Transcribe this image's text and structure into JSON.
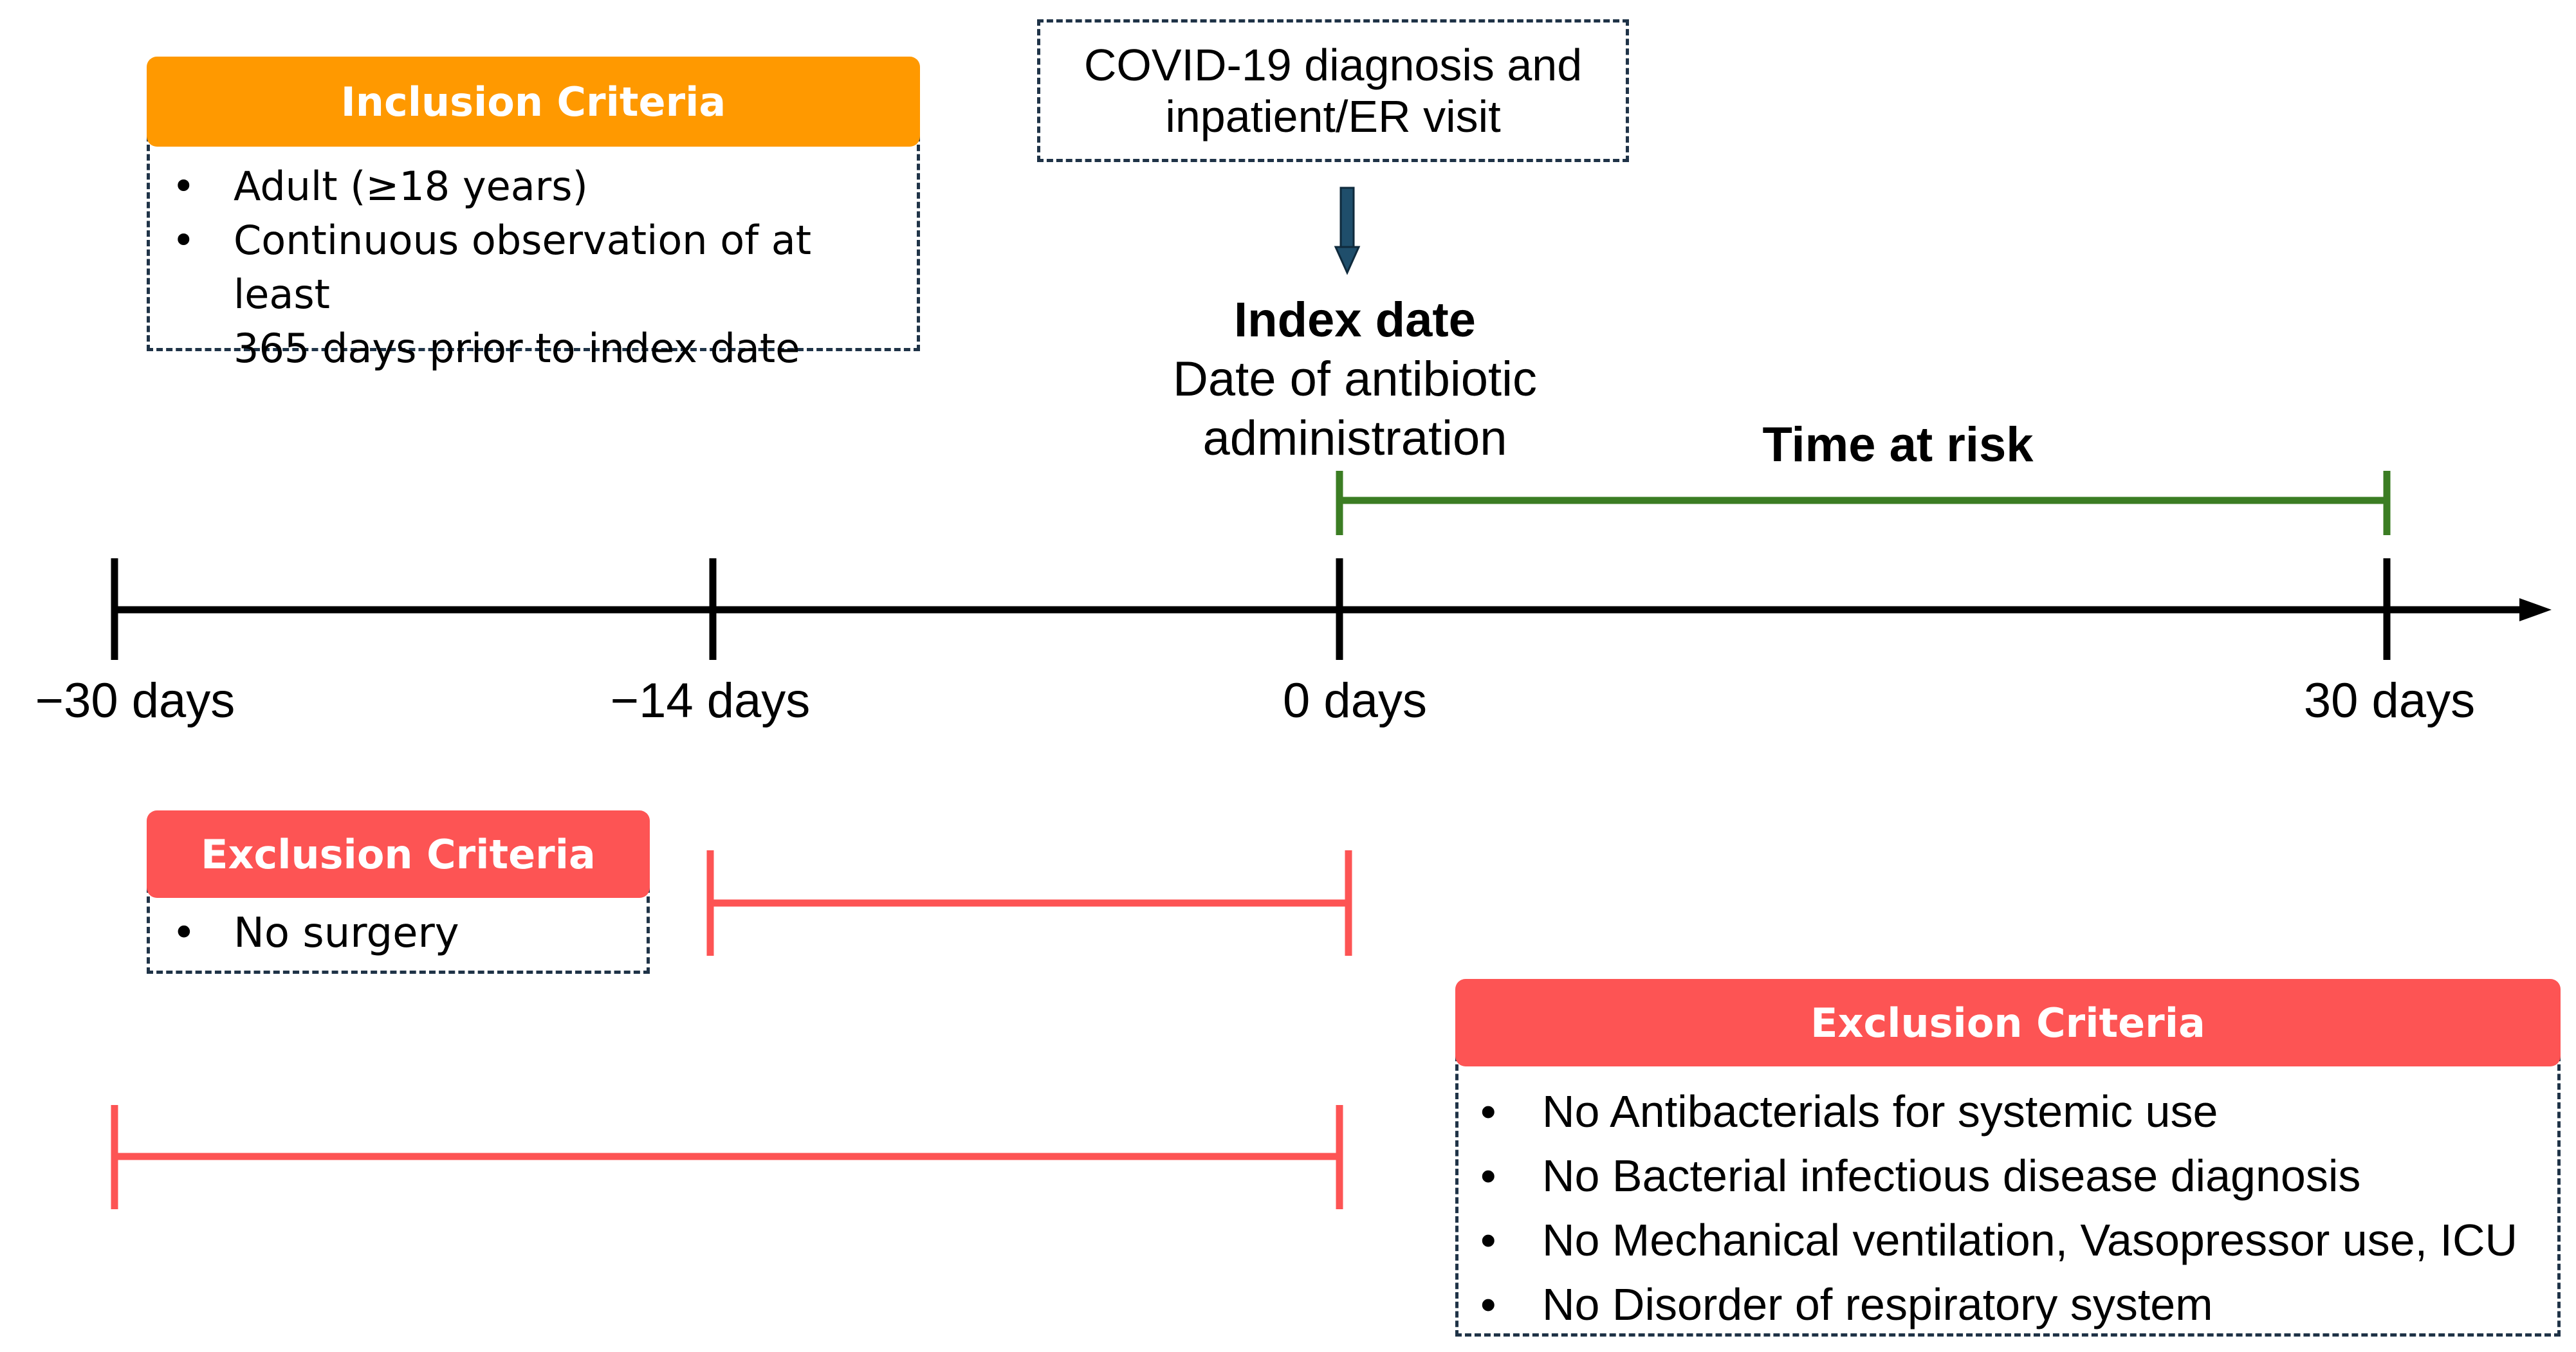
{
  "colors": {
    "inclusion": "#ff9900",
    "exclusion": "#fd5454",
    "time_at_risk": "#3b7d23",
    "axis": "#000000",
    "arrow": "#1f4e6b",
    "dashed_border": "#1f3347"
  },
  "covid_box": {
    "line1": "COVID-19 diagnosis and",
    "line2": "inpatient/ER visit"
  },
  "index": {
    "title": "Index date",
    "line1": "Date of antibiotic",
    "line2": "administration"
  },
  "time_at_risk": {
    "label": "Time at risk"
  },
  "axis": {
    "ticks": [
      "−30 days",
      "−14 days",
      "0 days",
      "30 days"
    ]
  },
  "inclusion": {
    "header": "Inclusion Criteria",
    "items": [
      "Adult (≥18 years)",
      "Continuous observation of at least",
      "365 days prior to index date"
    ]
  },
  "exclusion_surgery": {
    "header": "Exclusion Criteria",
    "items": [
      "No surgery"
    ]
  },
  "exclusion_30": {
    "header": "Exclusion Criteria",
    "items": [
      "No Antibacterials for systemic use",
      "No Bacterial infectious disease diagnosis",
      "No Mechanical ventilation, Vasopressor use, ICU",
      "No Disorder of respiratory system"
    ]
  }
}
